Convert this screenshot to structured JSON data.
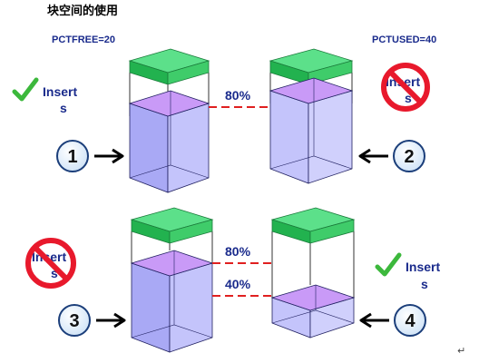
{
  "title": "块空间的使用",
  "params": {
    "pctfree": "PCTFREE=20",
    "pctused": "PCTUSED=40"
  },
  "thresholds": {
    "p1": "80%",
    "p3_upper": "80%",
    "p3_lower": "40%"
  },
  "panels": [
    {
      "step": "1",
      "fill_fraction": 0.8,
      "status_line1": "Insert",
      "status_line2": "s",
      "insert_allowed": true
    },
    {
      "step": "2",
      "fill_fraction": 0.8,
      "status_line1": "Insert",
      "status_line2": "s",
      "insert_allowed": false
    },
    {
      "step": "3",
      "fill_fraction": 0.8,
      "status_line1": "Insert",
      "status_line2": "s",
      "insert_allowed": false
    },
    {
      "step": "4",
      "fill_fraction": 0.4,
      "status_line1": "Insert",
      "status_line2": "s",
      "insert_allowed": true
    }
  ],
  "end_mark": "↵",
  "colors": {
    "block_fill": "#a9a9f5",
    "block_side": "#c4c4fb",
    "block_top": "#c99af7",
    "free_lid_top": "#5ce08a",
    "free_lid_side": "#22b24f",
    "check": "#3cb83c",
    "no_sign": "#e8192c",
    "threshold_line": "#e02020",
    "text_blue": "#1a2b8c"
  }
}
